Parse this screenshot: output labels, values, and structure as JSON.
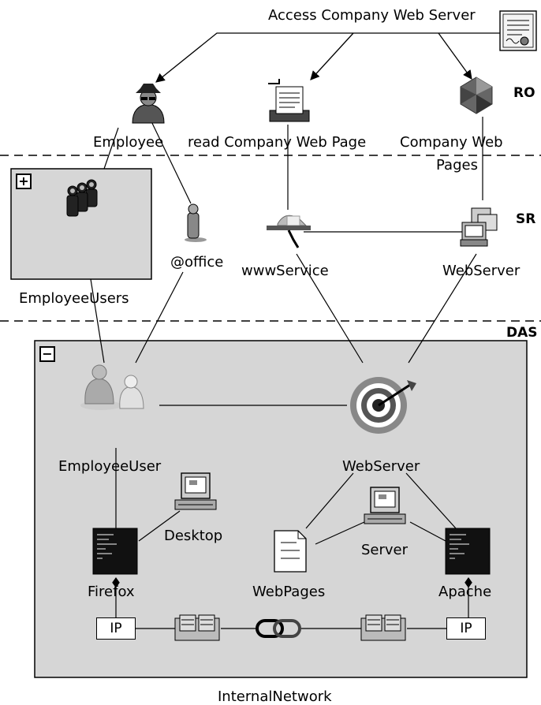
{
  "layers": {
    "ro": "RO",
    "sr": "SR",
    "das": "DAS"
  },
  "ro_nodes": {
    "access_server": "Access Company Web Server",
    "employee": "Employee",
    "read_page": "read Company Web Page",
    "company_web_pages_1": "Company Web",
    "company_web_pages_2": "Pages"
  },
  "sr_nodes": {
    "employee_users": "EmployeeUsers",
    "office": "@office",
    "www_service": "wwwService",
    "web_server": "WebServer"
  },
  "das_nodes": {
    "employee_user": "EmployeeUser",
    "web_server": "WebServer",
    "desktop": "Desktop",
    "server": "Server",
    "firefox": "Firefox",
    "web_pages": "WebPages",
    "apache": "Apache",
    "ip_left": "IP",
    "ip_right": "IP",
    "internal_network": "InternalNetwork"
  },
  "controls": {
    "expand": "+",
    "collapse": "−"
  },
  "colors": {
    "box_fill": "#d6d6d6",
    "line": "#000000",
    "dashed": "#000000"
  },
  "icons": {
    "access_server": "certificate-icon",
    "employee": "spy-user-icon",
    "read_page": "document-machine-icon",
    "company_web_pages": "gem-icon",
    "employee_users": "user-group-icon",
    "office": "person-icon",
    "www_service": "service-tray-icon",
    "sr_web_server": "server-cluster-icon",
    "employee_user": "user-figures-icon",
    "das_web_server": "target-icon",
    "desktop": "computer-icon",
    "server": "computer-icon",
    "firefox": "terminal-icon",
    "apache": "terminal-icon",
    "web_pages": "data-file-icon",
    "internal_network": "chain-link-icon",
    "switch": "network-switch-icon"
  }
}
